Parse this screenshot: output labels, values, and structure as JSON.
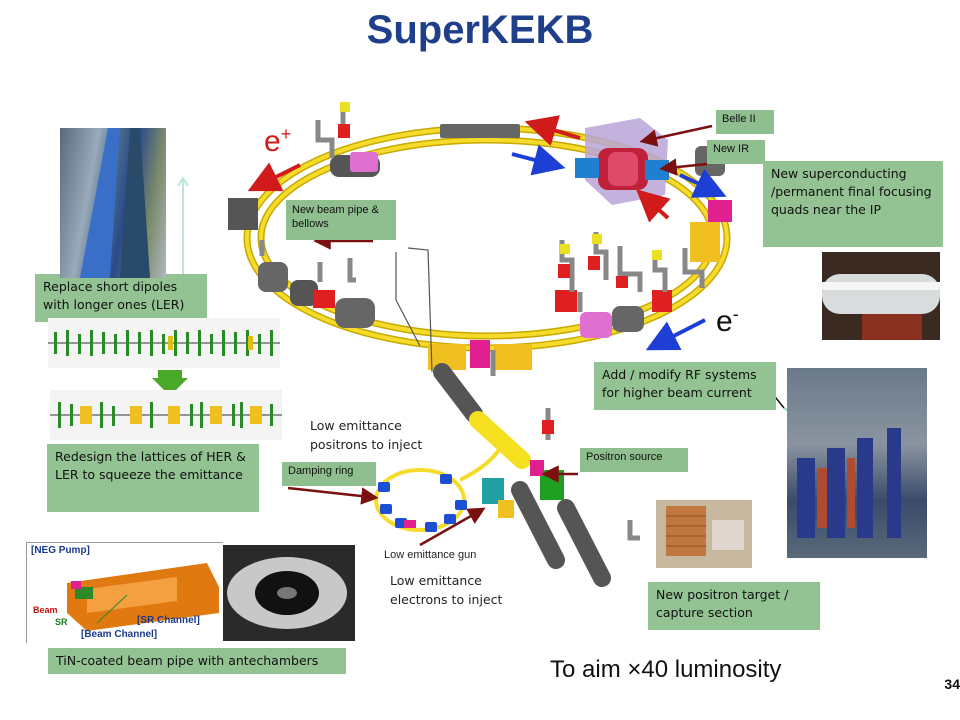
{
  "title": "SuperKEKB",
  "charges": {
    "positron": "e",
    "positron_sign": "+",
    "electron": "e",
    "electron_sign": "-"
  },
  "labels": {
    "belle": "Belle II",
    "new_ir": "New IR",
    "new_beam_pipe": "New beam pipe & bellows",
    "damping_ring": "Damping ring",
    "positron_source": "Positron source",
    "low_emittance_gun": "Low emittance gun"
  },
  "notes": {
    "superconducting": "New superconducting /permanent final focusing quads near the IP",
    "dipoles": "Replace short dipoles with longer ones (LER)",
    "rf": "Add / modify RF systems for higher beam current",
    "lattice": "Redesign the lattices of HER & LER to squeeze the emittance",
    "positron_target": "New positron target / capture section",
    "tin": "TiN-coated beam pipe with antechambers"
  },
  "plain_text": {
    "low_positrons": "Low emittance positrons to inject",
    "low_electrons": "Low emittance electrons to inject"
  },
  "beampipe_diagram": {
    "neg_pump": "[NEG Pump]",
    "sr_channel": "[SR Channel]",
    "beam": "Beam",
    "sr": "SR",
    "beam_channel": "[Beam Channel]"
  },
  "luminosity": "To aim ×40 luminosity",
  "page_number": "34",
  "colors": {
    "title": "#1f3f8a",
    "note_box": "#93c293",
    "ring": "#f2d21a",
    "red_arrow": "#d11a1a",
    "blue_arrow": "#1d3fd6",
    "magnet_grey": "#6a6a6a"
  }
}
